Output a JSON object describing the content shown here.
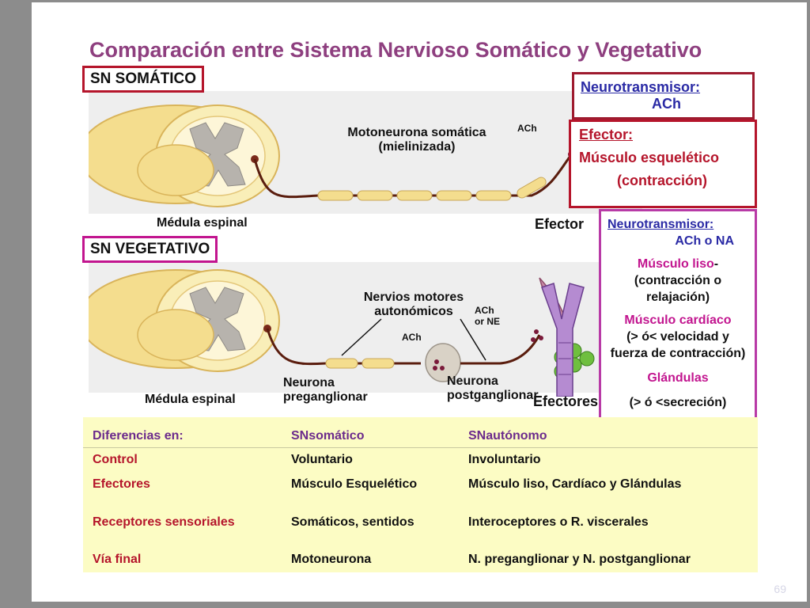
{
  "title": "Comparación entre Sistema Nervioso Somático y Vegetativo",
  "somatic": {
    "box_label": "SN SOMÁTICO",
    "spinal_cord_label": "Médula espinal",
    "neuron_label_line1": "Motoneurona somática",
    "neuron_label_line2": "(mielinizada)",
    "ach_label": "ACh",
    "effector_label": "Efector",
    "neurotransmitter_title": "Neurotransmisor:",
    "neurotransmitter_value": "ACh",
    "effector_title": "Efector:",
    "effector_value": "Músculo esquelético",
    "effector_action": "(contracción)"
  },
  "vegetative": {
    "box_label": "SN VEGETATIVO",
    "spinal_cord_label": "Médula espinal",
    "nerves_label_line1": "Nervios motores",
    "nerves_label_line2": "autonómicos",
    "ganglion_ach": "ACh",
    "terminal_ach_line1": "ACh",
    "terminal_ach_line2": "or NE",
    "pre_line1": "Neurona",
    "pre_line2": "preganglionar",
    "post_line1": "Neurona",
    "post_line2": "postganglionar",
    "effectors_label": "Efectores",
    "neurotransmitter_title": "Neurotransmisor:",
    "neurotransmitter_value": "ACh o NA",
    "smooth_title": "Músculo liso",
    "smooth_dash": "-",
    "smooth_line1": "(contracción o",
    "smooth_line2": "relajación)",
    "cardiac_title": "Músculo cardíaco",
    "cardiac_line1": "(> ó< velocidad y",
    "cardiac_line2": "fuerza de contracción)",
    "glands_title": "Glándulas",
    "glands_line": "(> ó <secreción)"
  },
  "table": {
    "headers": [
      "Diferencias en:",
      "SNsomático",
      "SNautónomo"
    ],
    "rows": [
      [
        "Control",
        "Voluntario",
        "Involuntario"
      ],
      [
        "Efectores",
        "Músculo Esquelético",
        "Músculo liso, Cardíaco y Glándulas"
      ],
      [
        "Receptores sensoriales",
        "Somáticos, sentidos",
        "Interoceptores o R. viscerales"
      ],
      [
        "Vía final",
        "Motoneurona",
        "N. preganglionar y N. postganglionar"
      ]
    ]
  },
  "page_number": "69",
  "colors": {
    "title": "#8e3f7f",
    "somatic_frame": "#b5152b",
    "vegetative_frame": "#c2158f",
    "table_bg": "#fcfcc4"
  }
}
